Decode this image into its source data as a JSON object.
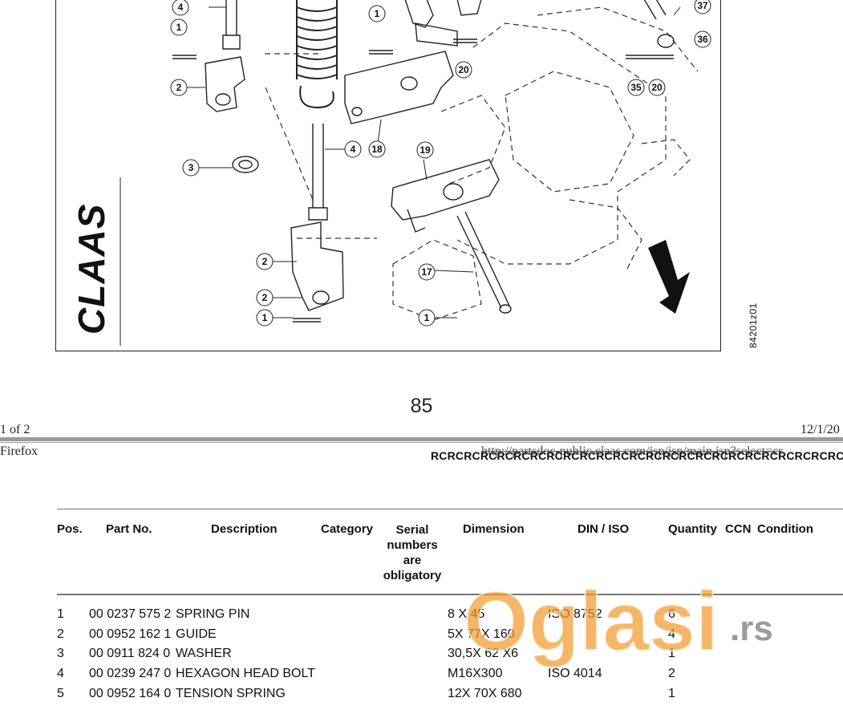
{
  "diagram": {
    "drawing_code": "84201z01",
    "brand_logo": "CLAAS",
    "callouts": [
      "4",
      "1",
      "2",
      "3",
      "1",
      "4",
      "18",
      "19",
      "2",
      "2",
      "1",
      "17",
      "1",
      "20",
      "35",
      "20",
      "36",
      "37"
    ]
  },
  "page": {
    "number": "85",
    "print_left": "1 of 2",
    "print_right": "12/1/20",
    "browser": "Firefox",
    "url": "http://partsdoc-public.claas.com/jsp/jsp/main.jsp?select=cr",
    "rc_strip": "RCRCRCRCRCRCRCRCRCRCRCRCRCRCRCRCRCRCRCRCRCRCRCRCRCRCRC"
  },
  "table": {
    "headers": {
      "pos": "Pos.",
      "part_no": "Part No.",
      "description": "Description",
      "category": "Category",
      "serial": [
        "Serial",
        "numbers",
        "are",
        "obligatory"
      ],
      "dimension": "Dimension",
      "din_iso": "DIN / ISO",
      "quantity": "Quantity",
      "ccn": "CCN",
      "condition": "Condition"
    },
    "rows": [
      {
        "pos": "1",
        "part_no": "00 0237 575 2",
        "description": "SPRING PIN",
        "dimension": "8  X 45",
        "din_iso": "ISO 8752",
        "quantity": "6"
      },
      {
        "pos": "2",
        "part_no": "00 0952 162 1",
        "description": "GUIDE",
        "dimension": "5X  77X 160",
        "din_iso": "",
        "quantity": "4"
      },
      {
        "pos": "3",
        "part_no": "00 0911 824 0",
        "description": "WASHER",
        "dimension": "30,5X 62  X6",
        "din_iso": "",
        "quantity": "1"
      },
      {
        "pos": "4",
        "part_no": "00 0239 247 0",
        "description": "HEXAGON HEAD BOLT",
        "dimension": "M16X300",
        "din_iso": "ISO 4014",
        "quantity": "2"
      },
      {
        "pos": "5",
        "part_no": "00 0952 164 0",
        "description": "TENSION SPRING",
        "dimension": "12X 70X 680",
        "din_iso": "",
        "quantity": "1"
      }
    ]
  },
  "watermark": {
    "text": "Oglasi",
    "suffix": ".rs",
    "color": "#f29a2e"
  }
}
